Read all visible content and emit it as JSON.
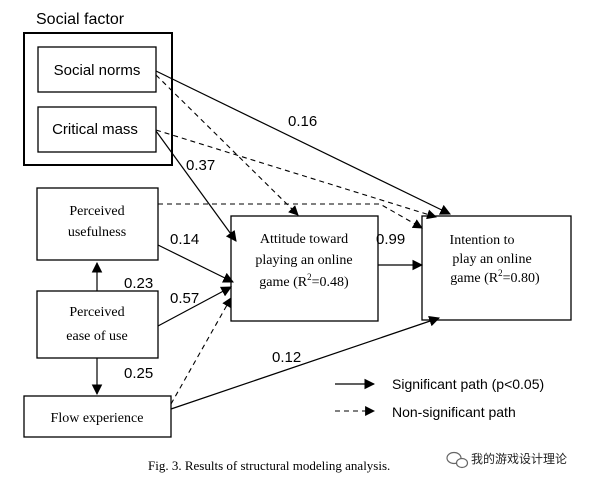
{
  "group": {
    "title": "Social factor"
  },
  "boxes": {
    "social_norms": "Social norms",
    "critical_mass": "Critical mass",
    "perceived_usefulness": [
      "Perceived",
      "usefulness"
    ],
    "perceived_ease": [
      "Perceived",
      "ease of use"
    ],
    "flow": "Flow experience",
    "attitude": [
      "Attitude toward",
      "playing an online",
      "game (R",
      "2",
      "=0.48)"
    ],
    "intention": [
      "Intention to",
      "play an online",
      "game (R",
      "2",
      "=0.80)"
    ]
  },
  "coefficients": {
    "norms_intention": "0.16",
    "mass_attitude": "0.37",
    "useful_attitude": "0.14",
    "ease_useful": "0.23",
    "ease_attitude": "0.57",
    "ease_flow": "0.25",
    "attitude_intention": "0.99",
    "flow_intention": "0.12"
  },
  "legend": {
    "significant": "Significant path (p<0.05)",
    "non_significant": "Non-significant path"
  },
  "caption": "Fig. 3.  Results of structural modeling analysis.",
  "watermark": "我的游戏设计理论"
}
